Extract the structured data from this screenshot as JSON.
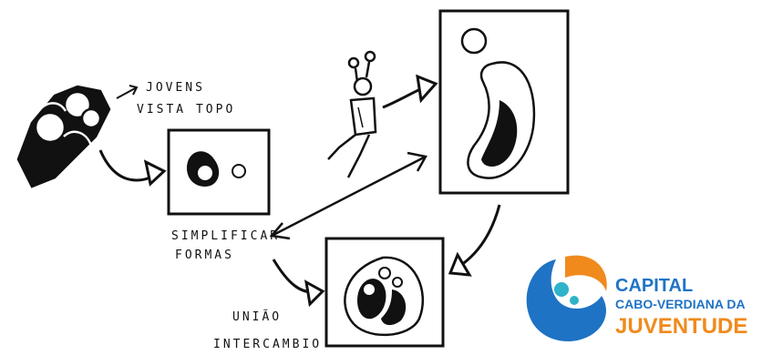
{
  "annotations": {
    "youth_line1": "JOVENS",
    "youth_line2": "VISTA TOPO",
    "simplify_line1": "SIMPLIFICAR",
    "simplify_line2": "FORMAS",
    "union_line1": "UNIÃO",
    "union_line2": "INTERCAMBIO"
  },
  "logo": {
    "line1": "CAPITAL",
    "line2": "CABO-VERDIANA DA",
    "line3": "JUVENTUDE",
    "colors": {
      "blue": "#1f73c4",
      "orange": "#f08a1d",
      "teal": "#2fb3c9"
    }
  }
}
